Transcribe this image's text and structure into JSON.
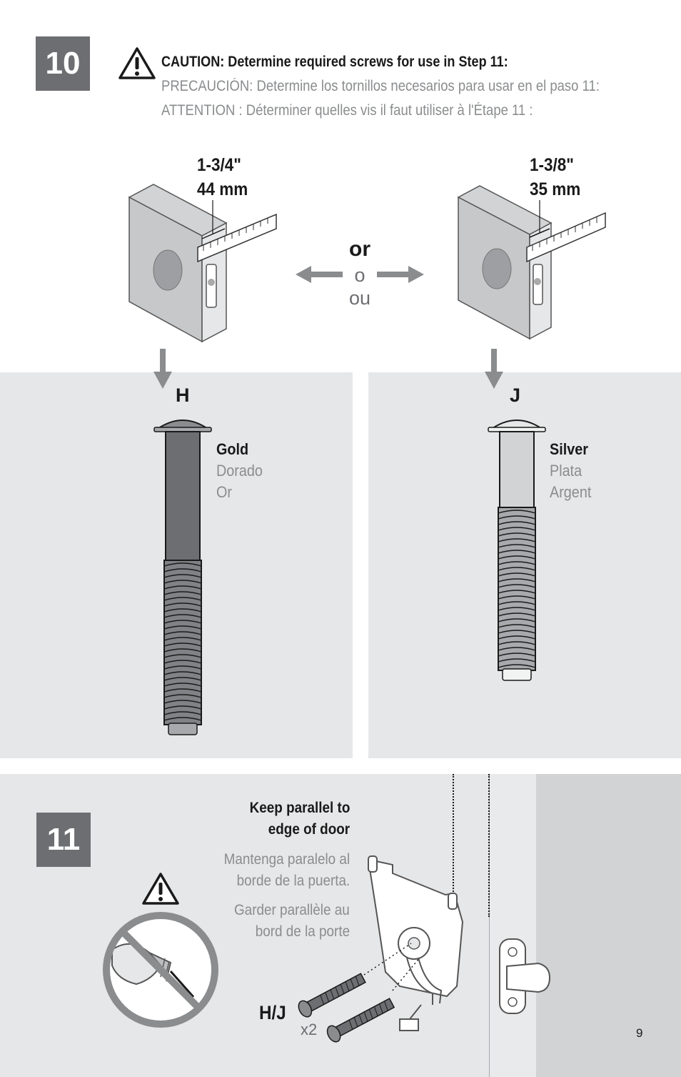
{
  "step10": {
    "number": "10",
    "caution_en": "CAUTION: Determine required screws for use in Step 11:",
    "caution_es": "PRECAUCIÓN: Determine los tornillos necesarios para usar en el paso 11:",
    "caution_fr": "ATTENTION : Déterminer quelles vis il faut utiliser à l'Étape 11 :",
    "left_door": {
      "inch": "1-3/4\"",
      "mm": "44 mm"
    },
    "right_door": {
      "inch": "1-3/8\"",
      "mm": "35 mm"
    },
    "or_en": "or",
    "or_es": "o",
    "or_fr": "ou",
    "screw_h": {
      "letter": "H",
      "finish_en": "Gold",
      "finish_es": "Dorado",
      "finish_fr": "Or"
    },
    "screw_j": {
      "letter": "J",
      "finish_en": "Silver",
      "finish_es": "Plata",
      "finish_fr": "Argent"
    }
  },
  "step11": {
    "number": "11",
    "note_en_1": "Keep parallel to",
    "note_en_2": "edge of door",
    "note_es_1": "Mantenga paralelo al",
    "note_es_2": "borde de la puerta.",
    "note_fr_1": "Garder parallèle au",
    "note_fr_2": "bord de la porte",
    "screw_label": "H/J",
    "quantity": "x2"
  },
  "page_number": "9",
  "colors": {
    "badge": "#6d6e71",
    "panel": "#e6e7e8",
    "muted_text": "#8a8c8e",
    "arrow": "#8a8c8e"
  },
  "icons": [
    "warning-triangle-icon",
    "no-power-drill-icon",
    "arrow-left-icon",
    "arrow-right-icon",
    "arrow-down-icon"
  ]
}
